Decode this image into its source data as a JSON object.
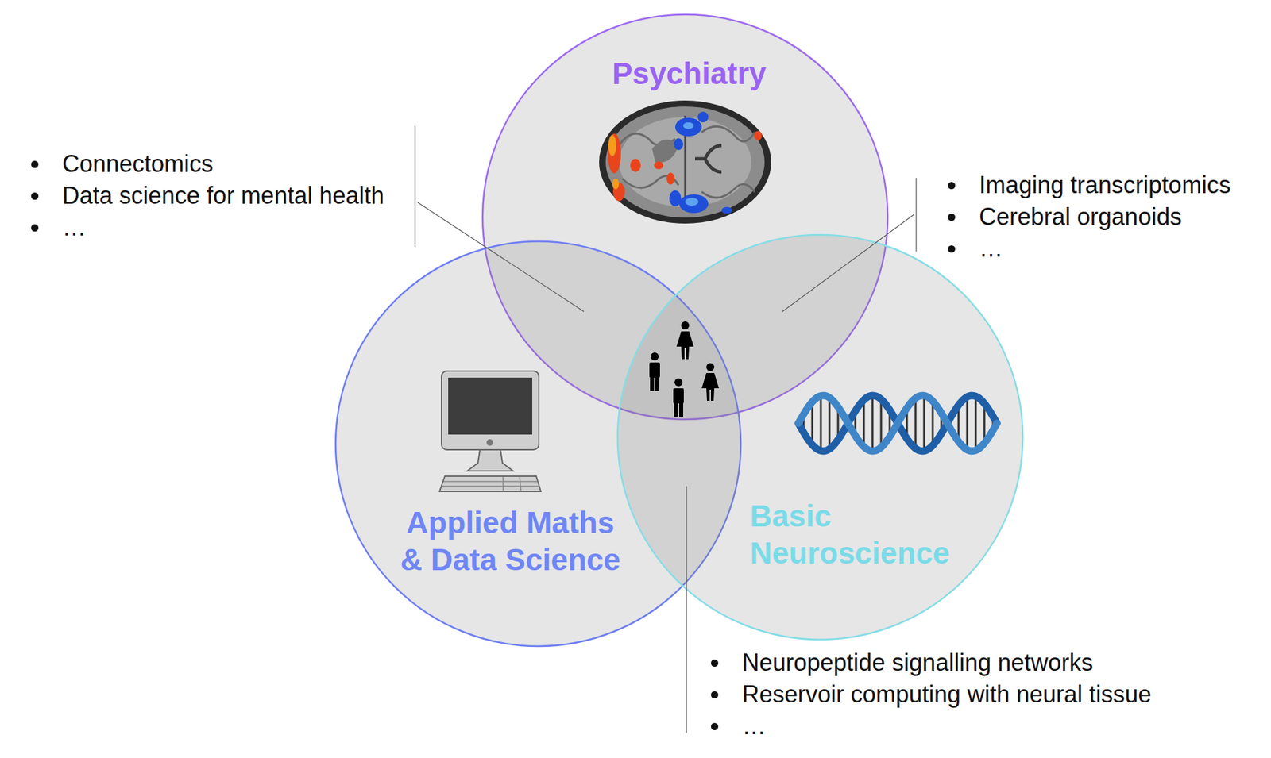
{
  "diagram": {
    "nodes": [
      {
        "text": [
          "Psychiatry"
        ]
      },
      {
        "text": [
          "Applied Maths & Data Science"
        ]
      },
      {
        "text": [
          "Basic Neuroscience"
        ]
      }
    ],
    "labels": [
      "Connectomics",
      "Data science for mental health",
      "…",
      "Imaging transcriptomics",
      "Cerebral organoids",
      "…",
      "Neuropeptide signalling networks",
      "Reservoir computing with neural tissue",
      "…"
    ]
  }
}
